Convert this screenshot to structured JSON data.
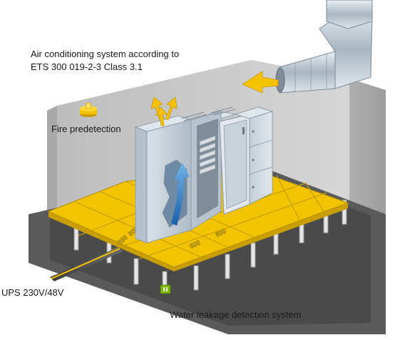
{
  "labels": {
    "air_conditioning_line1": "Air conditioning system according to",
    "air_conditioning_line2": "ETS 300 019-2-3 Class 3.1",
    "fire_predetection": "Fire predetection",
    "ups": "UPS 230V/48V",
    "water_leakage": "Water leakage detection system"
  },
  "tile_marks": [
    "600",
    "800",
    "600",
    "800"
  ],
  "colors": {
    "floor_tile": "#f2c400",
    "floor_tile_edge": "#b38f00",
    "room_wall": "#c4c4c4",
    "room_floor": "#5a5a5a",
    "cabinet": "#c9d3dc",
    "airflow_arrow": "#f7c300",
    "cooling_arrow": "#2f7fc8",
    "sensor_green": "#7ab800"
  },
  "icons": {
    "fire_sensor": "fire-sensor-icon",
    "water_sensor": "water-sensor-icon",
    "duct": "air-duct-icon"
  }
}
